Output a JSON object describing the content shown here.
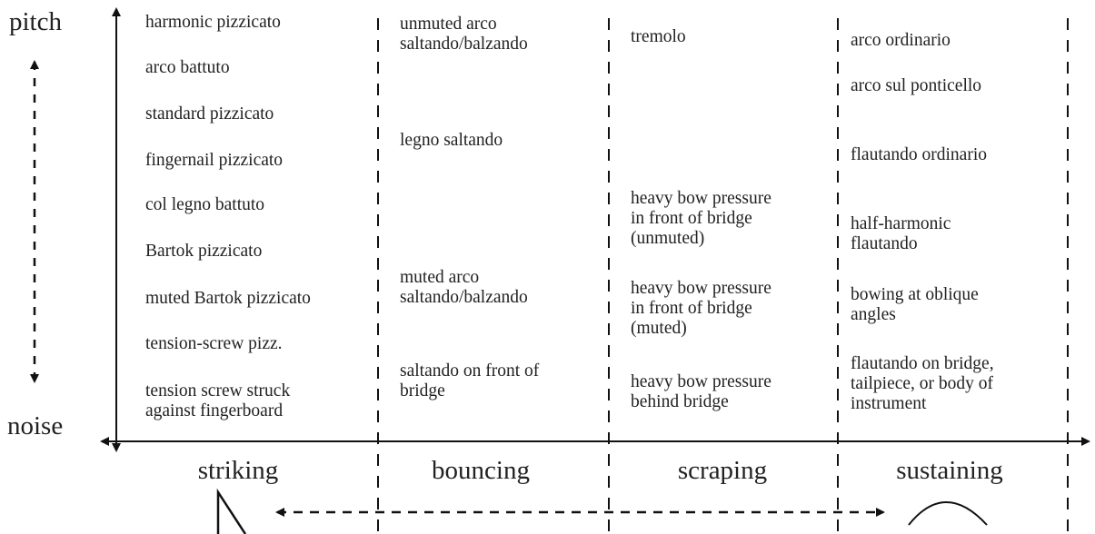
{
  "axis": {
    "top_label": "pitch",
    "bottom_label": "noise"
  },
  "categories": [
    {
      "label": "striking",
      "techniques": [
        "harmonic pizzicato",
        "arco battuto",
        "standard pizzicato",
        "fingernail pizzicato",
        "col legno battuto",
        "Bartok pizzicato",
        "muted Bartok pizzicato",
        "tension-screw pizz.",
        "tension screw struck\nagainst fingerboard"
      ]
    },
    {
      "label": "bouncing",
      "techniques": [
        "unmuted arco\nsaltando/balzando",
        "legno saltando",
        "muted arco\nsaltando/balzando",
        "saltando on front of\nbridge"
      ]
    },
    {
      "label": "scraping",
      "techniques": [
        "tremolo",
        "heavy bow pressure\nin front of bridge\n(unmuted)",
        "heavy bow pressure\nin front of bridge\n(muted)",
        "heavy bow pressure\nbehind bridge"
      ]
    },
    {
      "label": "sustaining",
      "techniques": [
        "arco ordinario",
        "arco sul ponticello",
        "flautando ordinario",
        "half-harmonic\nflautando",
        "bowing at oblique\nangles",
        "flautando on bridge,\ntailpiece, or body of\ninstrument"
      ]
    }
  ]
}
